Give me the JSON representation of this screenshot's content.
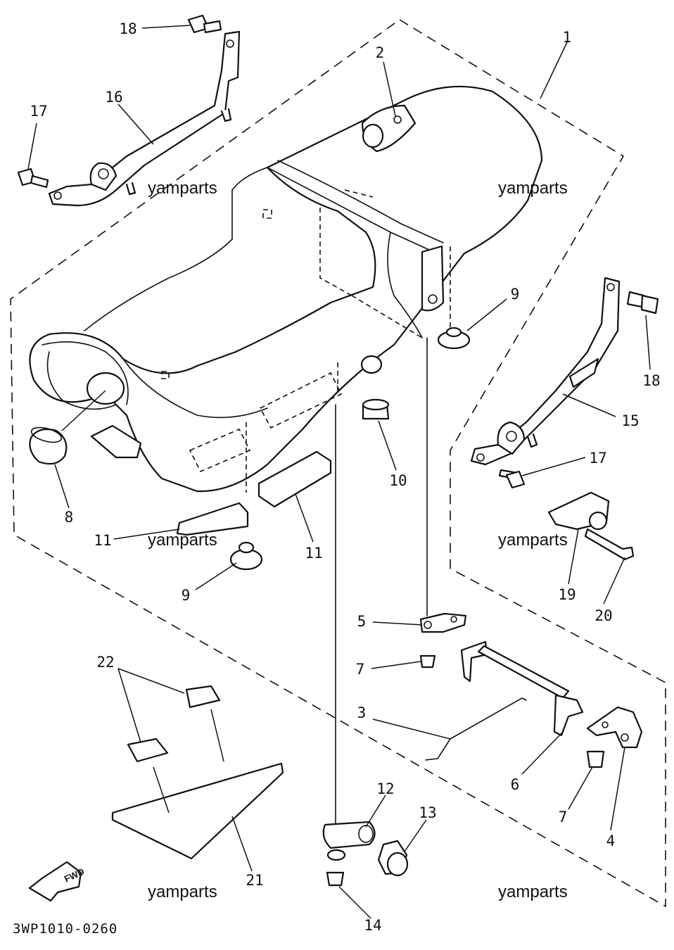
{
  "diagram_code": "3WP1010-0260",
  "fwd_label": "FWD",
  "watermark": "yamparts",
  "callouts": {
    "c1": "1",
    "c2": "2",
    "c3": "3",
    "c4": "4",
    "c5": "5",
    "c6": "6",
    "c7a": "7",
    "c7b": "7",
    "c8": "8",
    "c9a": "9",
    "c9b": "9",
    "c10": "10",
    "c11a": "11",
    "c11b": "11",
    "c12": "12",
    "c13": "13",
    "c14": "14",
    "c15": "15",
    "c16": "16",
    "c17a": "17",
    "c17b": "17",
    "c18a": "18",
    "c18b": "18",
    "c19": "19",
    "c20": "20",
    "c21": "21",
    "c22": "22"
  },
  "colors": {
    "ink": "#111111",
    "paper": "#ffffff"
  }
}
